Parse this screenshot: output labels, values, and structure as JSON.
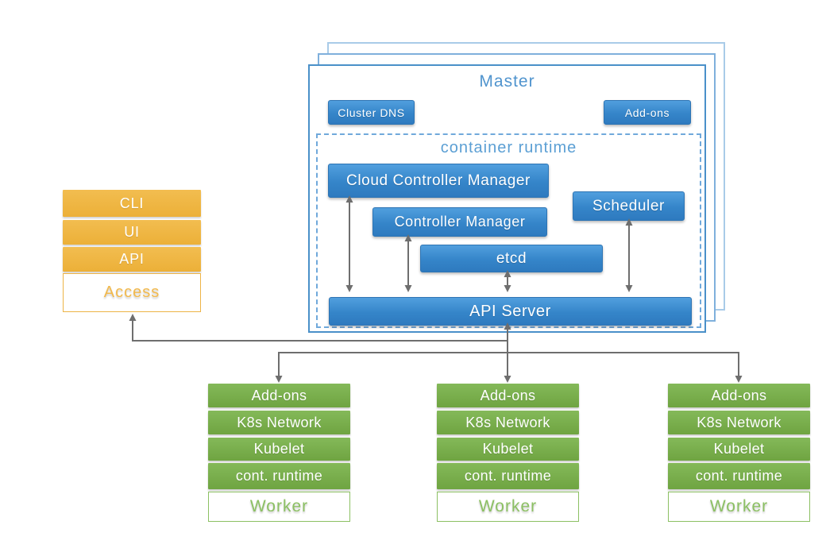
{
  "master": {
    "title": "Master",
    "cluster_dns_label": "Cluster DNS",
    "addons_label": "Add-ons",
    "container_runtime_title": "container runtime",
    "cloud_controller_manager_label": "Cloud Controller Manager",
    "controller_manager_label": "Controller Manager",
    "scheduler_label": "Scheduler",
    "etcd_label": "etcd",
    "api_server_label": "API Server"
  },
  "access_stack": {
    "layers": [
      "CLI",
      "UI",
      "API"
    ],
    "base_label": "Access"
  },
  "worker_node": {
    "count": 3,
    "layers": [
      "Add-ons",
      "K8s Network",
      "Kubelet",
      "cont. runtime"
    ],
    "base_label": "Worker"
  },
  "colors": {
    "component_blue": "#3585c9",
    "component_blue_border": "#2d74b4",
    "master_border": "#4a90c9",
    "master_title_text": "#5094ce",
    "container_runtime_dash": "#70a9db",
    "access_orange": "#eeb441",
    "access_base_text": "#f2b94c",
    "worker_green": "#76ab4a",
    "worker_base_text": "#8cc063",
    "connector_gray": "#6e6e6e",
    "background": "#ffffff"
  }
}
